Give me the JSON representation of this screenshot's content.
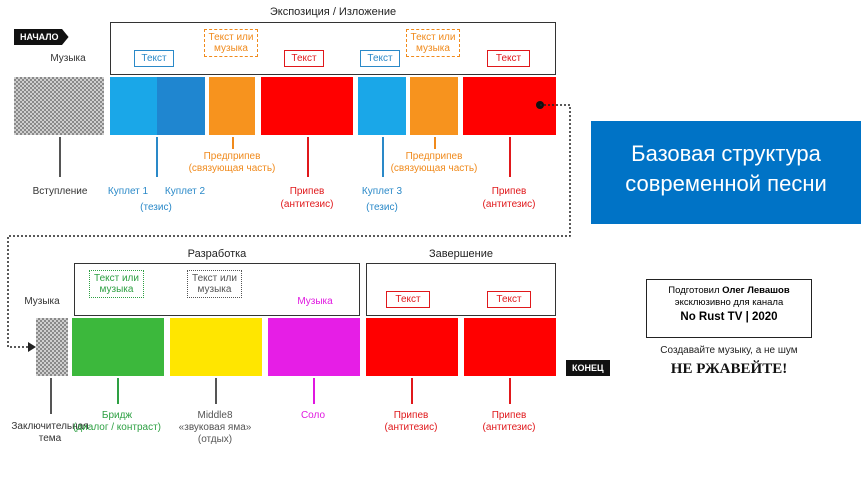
{
  "header": {
    "exposition_title": "Экспозиция / Изложение",
    "development_title": "Разработка",
    "ending_title": "Завершение",
    "start_tag": "НАЧАЛО",
    "end_tag": "КОНЕЦ",
    "music_label_top": "Музыка",
    "music_label_bottom": "Музыка"
  },
  "row1_labels": [
    {
      "text": "Текст",
      "kind": "solid",
      "color": "#2a89c8"
    },
    {
      "text": "Текст или музыка",
      "kind": "dashed",
      "color": "#f08a1c"
    },
    {
      "text": "Текст",
      "kind": "solid",
      "color": "#e0181b"
    },
    {
      "text": "Текст",
      "kind": "solid",
      "color": "#2a89c8"
    },
    {
      "text": "Текст или музыка",
      "kind": "dashed",
      "color": "#f08a1c"
    },
    {
      "text": "Текст",
      "kind": "solid",
      "color": "#e0181b"
    }
  ],
  "row1_captions": {
    "intro": "Вступление",
    "verse1": "Куплет 1",
    "verse2": "Куплет 2",
    "thesis1": "(тезис)",
    "prechorus1_a": "Предприпев",
    "prechorus1_b": "(связующая часть)",
    "chorus1_a": "Припев",
    "chorus1_b": "(антитезис)",
    "verse3": "Куплет 3",
    "thesis3": "(тезис)",
    "prechorus2_a": "Предприпев",
    "prechorus2_b": "(связующая часть)",
    "chorus2_a": "Припев",
    "chorus2_b": "(антитезис)"
  },
  "row2_labels": [
    {
      "text": "Текст или музыка",
      "kind": "dotted",
      "color": "#2ea043"
    },
    {
      "text": "Текст или музыка",
      "kind": "dotted",
      "color": "#555555"
    },
    {
      "text": "Музыка",
      "kind": "plain",
      "color": "#e018e0"
    },
    {
      "text": "Текст",
      "kind": "solid",
      "color": "#e0181b"
    },
    {
      "text": "Текст",
      "kind": "solid",
      "color": "#e0181b"
    }
  ],
  "row2_captions": {
    "bridge_a": "Бридж",
    "bridge_b": "(диалог / контраст)",
    "middle_a": "Middle8",
    "middle_b": "«звуковая яма»",
    "middle_c": "(отдых)",
    "solo": "Соло",
    "chorus3_a": "Припев",
    "chorus3_b": "(антитезис)",
    "chorus4_a": "Припев",
    "chorus4_b": "(антитезис)",
    "outro_a": "Заключительная",
    "outro_b": "тема"
  },
  "title_box": {
    "line1": "Базовая структура",
    "line2": "современной песни"
  },
  "credit": {
    "prefix": "Подготовил ",
    "author": "Олег Левашов",
    "line2": "эксклюзивно для канала",
    "channel": "No Rust TV | 2020"
  },
  "slogan": {
    "line1": "Создавайте музыку, а не шум",
    "line2": "НЕ РЖАВЕЙТЕ!"
  },
  "colors": {
    "verse": "#1aa7e8",
    "verse_dark": "#1f86d0",
    "prechorus": "#f7931e",
    "chorus": "#ff0000",
    "bridge": "#3cb83c",
    "middle8": "#ffe600",
    "solo": "#e61ee6",
    "caption_blue": "#2a89c8",
    "caption_orange": "#f08a1c",
    "caption_red": "#e0181b",
    "caption_green": "#2ea043",
    "caption_gray": "#555555",
    "caption_magenta": "#e018e0",
    "title_bg": "#0073c6"
  }
}
